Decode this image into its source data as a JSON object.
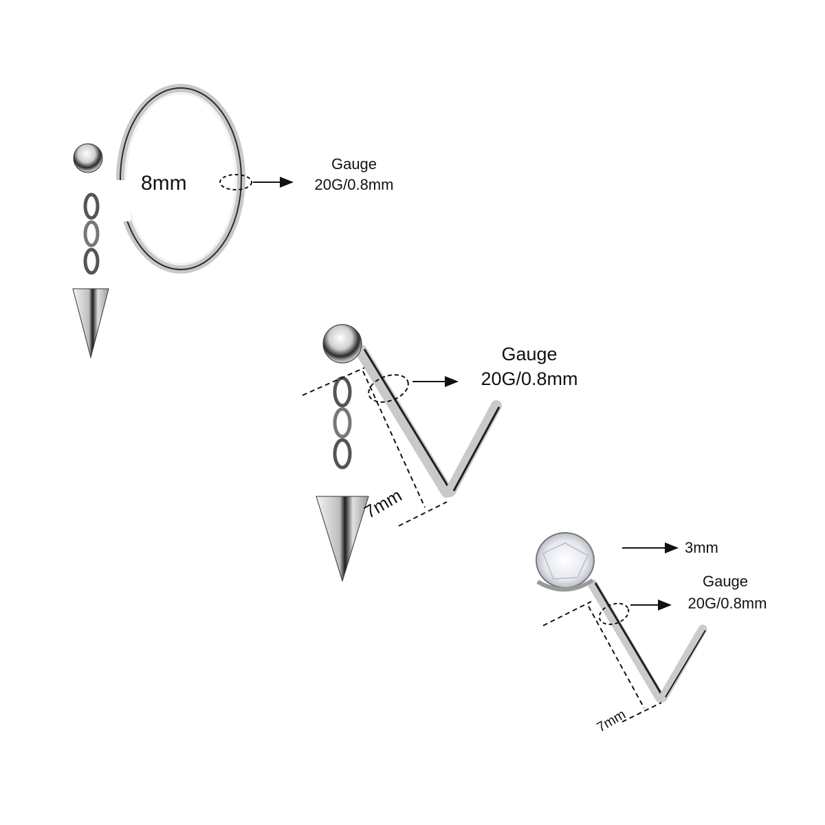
{
  "products": [
    {
      "name": "hoop-with-dangle-spike",
      "diameter_label": "8mm",
      "gauge_title": "Gauge",
      "gauge_value": "20G/0.8mm"
    },
    {
      "name": "l-shape-stud-with-dangle-spike",
      "gauge_title": "Gauge",
      "gauge_value": "20G/0.8mm",
      "length_label": "7mm"
    },
    {
      "name": "l-shape-stud-with-gem",
      "gem_size_label": "3mm",
      "gauge_title": "Gauge",
      "gauge_value": "20G/0.8mm",
      "length_label": "7mm"
    }
  ],
  "colors": {
    "background": "#ffffff",
    "text": "#111111",
    "metal_light": "#e8e8e8",
    "metal_dark": "#222222",
    "annotation": "#111111"
  }
}
